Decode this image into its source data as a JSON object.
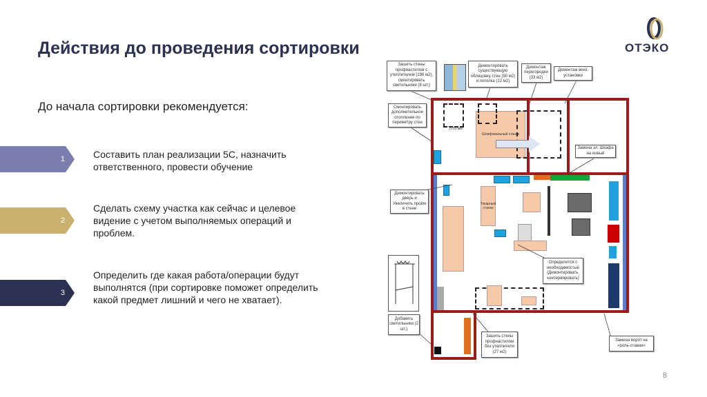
{
  "title": "Действия до проведения сортировки",
  "subtitle": "До начала сортировки рекомендуется:",
  "logo": {
    "text": "ОТЭКО"
  },
  "steps": [
    {
      "number": "1",
      "text": "Составить план реализации 5С, назначить ответственного, провести обучение",
      "color": "#7a7eac"
    },
    {
      "number": "2",
      "text": "Сделать схему участка как сейчас и целевое видение с учетом выполняемых операций и проблем.",
      "color": "#c9b06c"
    },
    {
      "number": "3",
      "text": "Определить где какая работа/операции будут выполнятся (при сортировке поможет определить какой предмет лишний и чего не хватает).",
      "color": "#2c3152"
    }
  ],
  "diagram": {
    "callouts": {
      "c1": "Зашить стены профнастилом с утеплителем (196 м2), смонтировать светильники (8 шт.)",
      "c2": "Демонтировать существующую облицовку стен (90 м2) и потолка (12 м2)",
      "c3": "Демонтаж перегородки (33 м2)",
      "c4": "Демонтаж вент. установки",
      "c5": "Смонтировать дополнительное отопление по периметру стен",
      "c6": "Замена эл. Шкафа на новый",
      "c7": "Демонтировать дверь и Увеличить проём в стене",
      "c8": "Определится с необходимостью (Демонтировать, консервировать)",
      "c9": "Добавить светильники (2 шт.)",
      "c10": "Зашить стены профнастилом без утеплителя (27 м2)",
      "c11": "Замена ворот на «роль-ставни»"
    },
    "dimension": "2750 мм",
    "equipment": {
      "grinder": "Шлифовальный станок",
      "lathe": "Токарный станок"
    }
  },
  "page_number": "8"
}
